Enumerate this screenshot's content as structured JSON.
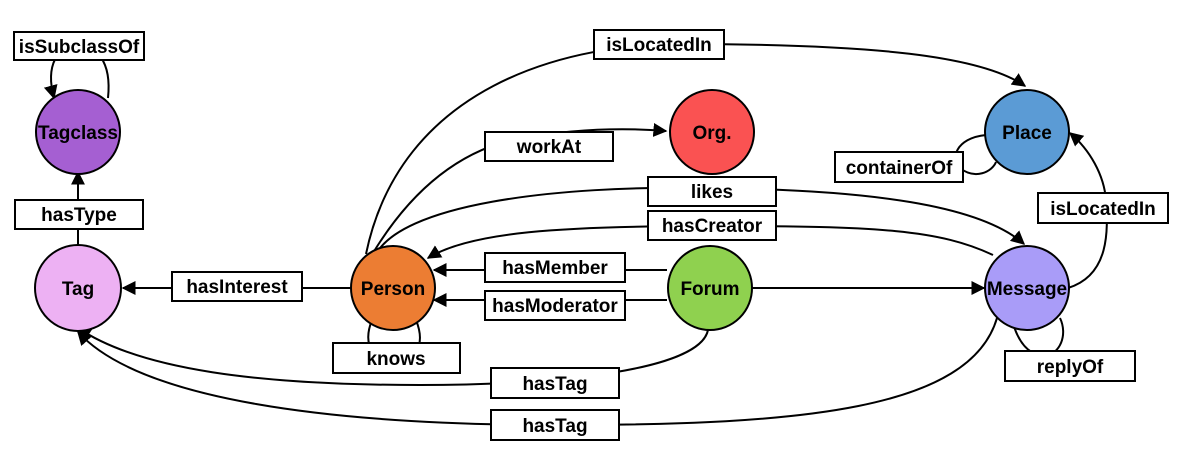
{
  "nodes": {
    "tagclass": {
      "label": "Tagclass",
      "color": "#a55fd2"
    },
    "tag": {
      "label": "Tag",
      "color": "#edb1f3"
    },
    "person": {
      "label": "Person",
      "color": "#ec7d33"
    },
    "org": {
      "label": "Org.",
      "color": "#fa5252"
    },
    "forum": {
      "label": "Forum",
      "color": "#8fd14f"
    },
    "place": {
      "label": "Place",
      "color": "#5b9bd5"
    },
    "message": {
      "label": "Message",
      "color": "#a99cf8"
    }
  },
  "edges": {
    "is_subclass_of": "isSubclassOf",
    "has_type": "hasType",
    "has_interest": "hasInterest",
    "is_located_in_person": "isLocatedIn",
    "work_at": "workAt",
    "likes": "likes",
    "has_creator": "hasCreator",
    "has_member": "hasMember",
    "has_moderator": "hasModerator",
    "knows": "knows",
    "container_of": "containerOf",
    "is_located_in_message": "isLocatedIn",
    "reply_of": "replyOf",
    "has_tag_forum": "hasTag",
    "has_tag_message": "hasTag"
  }
}
